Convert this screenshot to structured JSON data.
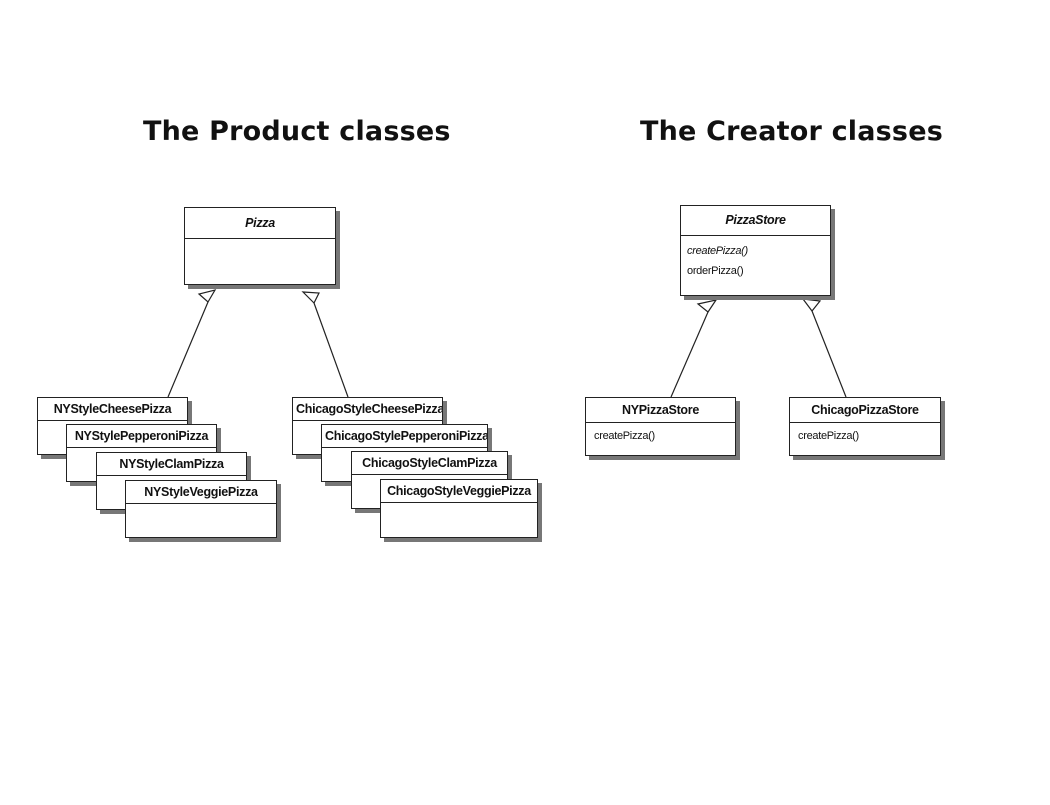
{
  "headings": {
    "product": "The Product classes",
    "creator": "The Creator classes"
  },
  "product": {
    "base": {
      "name": "Pizza"
    },
    "ny_stack": [
      {
        "name": "NYStyleCheesePizza"
      },
      {
        "name": "NYStylePepperoniPizza"
      },
      {
        "name": "NYStyleClamPizza"
      },
      {
        "name": "NYStyleVeggiePizza"
      }
    ],
    "chicago_stack": [
      {
        "name": "ChicagoStyleCheesePizza"
      },
      {
        "name": "ChicagoStylePepperoniPizza"
      },
      {
        "name": "ChicagoStyleClamPizza"
      },
      {
        "name": "ChicagoStyleVeggiePizza"
      }
    ]
  },
  "creator": {
    "base": {
      "name": "PizzaStore",
      "methods": [
        "createPizza()",
        "orderPizza()"
      ]
    },
    "ny_store": {
      "name": "NYPizzaStore",
      "methods": [
        "createPizza()"
      ]
    },
    "chicago_store": {
      "name": "ChicagoPizzaStore",
      "methods": [
        "createPizza()"
      ]
    }
  }
}
